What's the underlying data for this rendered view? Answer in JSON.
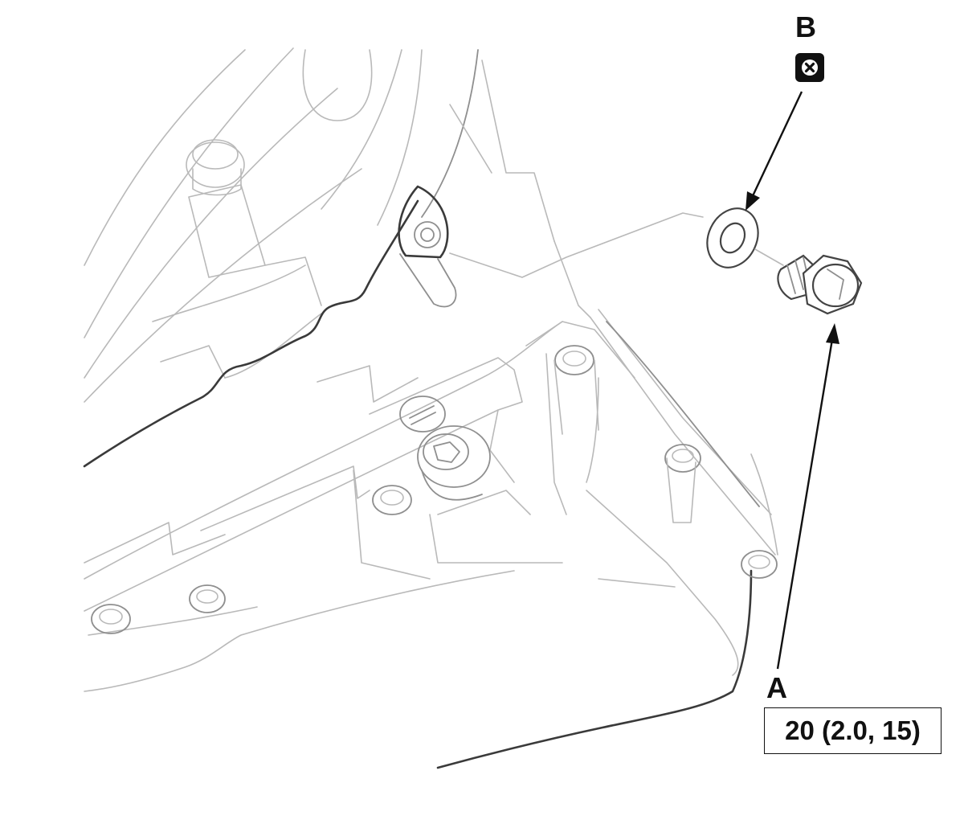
{
  "callouts": {
    "a_label": "A",
    "b_label": "B",
    "torque_spec": "20 (2.0, 15)"
  },
  "icons": {
    "replace_symbol": "replace-part-icon"
  },
  "colors": {
    "line_art": "#8f8f8f",
    "outline": "#3a3a3a",
    "text": "#111111"
  }
}
